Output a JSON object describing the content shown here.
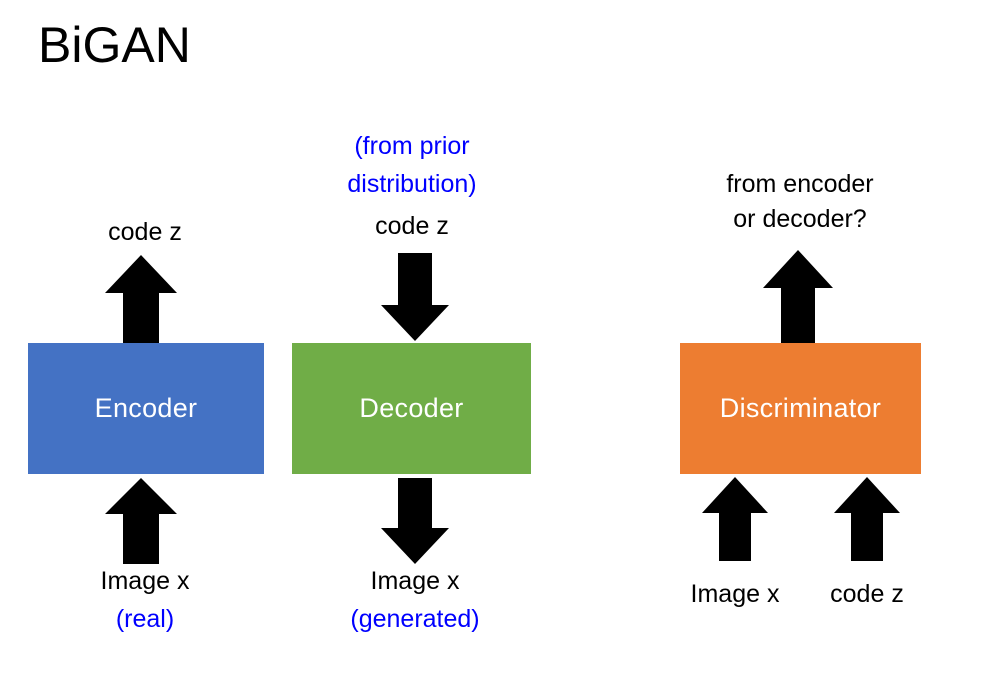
{
  "title": "BiGAN",
  "colors": {
    "encoder_box": "#4472C4",
    "decoder_box": "#70AD47",
    "discriminator_box": "#ED7D31",
    "arrow": "#000000",
    "annotation_text": "#0000FF",
    "label_text": "#000000",
    "box_text": "#FFFFFF",
    "background": "#FFFFFF"
  },
  "boxes": {
    "encoder": "Encoder",
    "decoder": "Decoder",
    "discriminator": "Discriminator"
  },
  "labels": {
    "encoder_output": "code z",
    "encoder_input": "Image x",
    "encoder_input_note": "(real)",
    "decoder_input_note_line1": "(from prior",
    "decoder_input_note_line2": "distribution)",
    "decoder_input": "code z",
    "decoder_output": "Image x",
    "decoder_output_note": "(generated)",
    "discriminator_output_line1": "from encoder",
    "discriminator_output_line2": "or decoder?",
    "discriminator_input_left": "Image x",
    "discriminator_input_right": "code z"
  },
  "arrows": {
    "encoder_up_out": "arrow-up",
    "encoder_up_in": "arrow-up",
    "decoder_down_in": "arrow-down",
    "decoder_down_out": "arrow-down",
    "discriminator_up_out": "arrow-up",
    "discriminator_up_in_left": "arrow-up",
    "discriminator_up_in_right": "arrow-up"
  }
}
